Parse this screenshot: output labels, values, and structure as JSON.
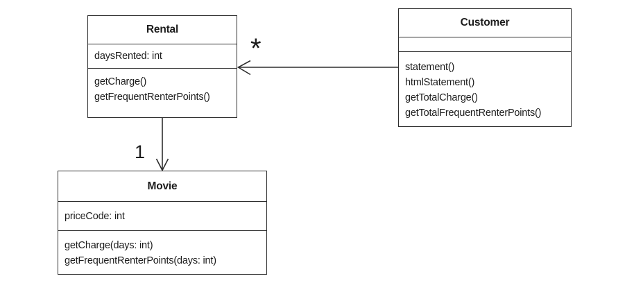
{
  "diagram_type": "uml-class-diagram",
  "classes": {
    "rental": {
      "name": "Rental",
      "attributes": [
        "daysRented: int"
      ],
      "methods": [
        "getCharge()",
        "getFrequentRenterPoints()"
      ]
    },
    "customer": {
      "name": "Customer",
      "attributes": [],
      "methods": [
        "statement()",
        "htmlStatement()",
        "getTotalCharge()",
        "getTotalFrequentRenterPoints()"
      ]
    },
    "movie": {
      "name": "Movie",
      "attributes": [
        "priceCode: int"
      ],
      "methods": [
        "getCharge(days: int)",
        "getFrequentRenterPoints(days: int)"
      ]
    }
  },
  "associations": [
    {
      "from": "Customer",
      "to": "Rental",
      "multiplicity": "*",
      "arrowhead": "open",
      "direction": "left"
    },
    {
      "from": "Rental",
      "to": "Movie",
      "multiplicity": "1",
      "arrowhead": "open",
      "direction": "down"
    }
  ],
  "colors": {
    "line": "#2e2e2e",
    "text": "#1c1c1c",
    "background": "#ffffff"
  }
}
